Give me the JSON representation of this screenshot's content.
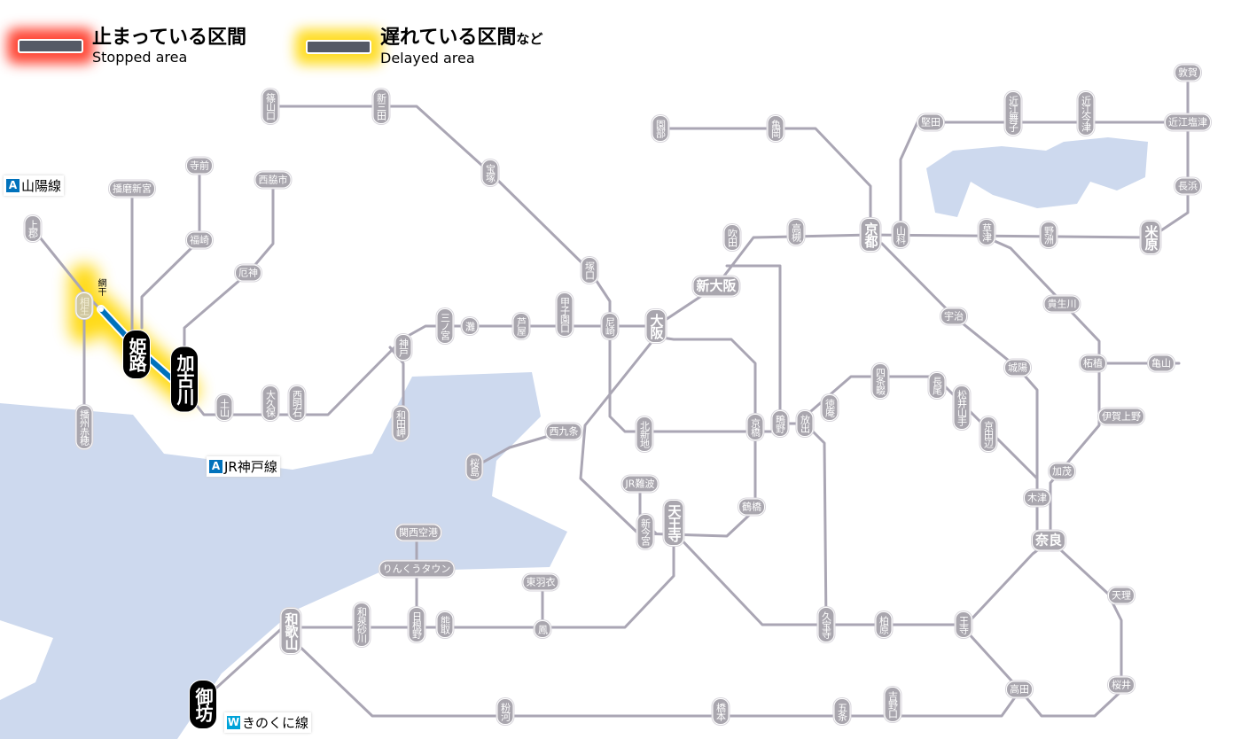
{
  "legend": {
    "stopped": {
      "jp": "止まっている区間",
      "en": "Stopped area"
    },
    "delayed": {
      "jp": "遅れている区間",
      "jp_suffix": "など",
      "en": "Delayed area"
    }
  },
  "line_labels": {
    "sanyo": {
      "badge": "A",
      "name": "山陽線",
      "color": "#0072bc"
    },
    "kobe": {
      "badge": "A",
      "name": "JR神戸線",
      "color": "#0072bc"
    },
    "kinokuni": {
      "badge": "W",
      "name": "きのくに線",
      "color": "#00a3d9"
    }
  },
  "colors": {
    "water": "#cdd9ee",
    "track": "#aaa6b4",
    "delayed_glow": "#ffd700",
    "delayed_line": "#0072bc"
  },
  "delayed_section": [
    "網干",
    "姫路",
    "加古川"
  ],
  "stations": {
    "shinoyamaguchi": "篠山口",
    "shinsanda": "新三田",
    "takarazuka": "宝塚",
    "sonobe": "園部",
    "kameoka": "亀岡",
    "katata": "堅田",
    "omimaiko": "近江舞子",
    "omiimazu": "近江今津",
    "tsuruga": "敦賀",
    "omishiotsu": "近江塩津",
    "nagahama": "長浜",
    "maibara": "米原",
    "yasu": "野洲",
    "kusatsu": "草津",
    "yamashina": "山科",
    "kyoto": "京都",
    "takatsuki": "高槻",
    "suita": "吹田",
    "shinosaka": "新大阪",
    "osaka": "大阪",
    "tsukaguchi": "塚口",
    "amagasaki": "尼崎",
    "koshienguchi": "甲子園口",
    "ashiya": "芦屋",
    "nada": "灘",
    "sannomiya": "三ノ宮",
    "kobe": "神戸",
    "wadamisaki": "和田岬",
    "nishiakashi": "西明石",
    "okubo": "大久保",
    "tsuchiyama": "土山",
    "kakogawa": "加古川",
    "himeji": "姫路",
    "aboshi": "網干",
    "aioi": "相生",
    "kamigori": "上郡",
    "banshuako": "播州赤穂",
    "harimashingu": "播磨新宮",
    "teramae": "寺前",
    "fukusaki": "福崎",
    "nishiwakishi": "西脇市",
    "yakujin": "厄神",
    "kitashinchi": "北新地",
    "nishikujo": "西九条",
    "sakurajima": "桜島",
    "kyobashi": "京橋",
    "shigino": "鴫野",
    "hanaten": "放出",
    "tokuan": "徳庵",
    "shijonawate": "四条畷",
    "nagao": "長尾",
    "matsuiyamate": "松井山手",
    "kyotanabe": "京田辺",
    "uji": "宇治",
    "joyo": "城陽",
    "kibukawa": "貴生川",
    "tsuge": "柘植",
    "kameyama": "亀山",
    "igaueno": "伊賀上野",
    "kamo": "加茂",
    "kizu": "木津",
    "nara": "奈良",
    "tenri": "天理",
    "sakurai": "桜井",
    "takada": "高田",
    "oji": "王寺",
    "kashiwara": "柏原",
    "kyuhoji": "久宝寺",
    "tsuruhashi": "鶴橋",
    "tennoji": "天王寺",
    "shinimamiya": "新今宮",
    "jrnamba": "JR難波",
    "kanku": "関西空港",
    "rinku": "りんくうタウン",
    "higashihagoromo": "東羽衣",
    "otori": "鳳",
    "kumatori": "熊取",
    "hineno": "日根野",
    "izumisunagawa": "和泉砂川",
    "wakayama": "和歌山",
    "gobo": "御坊",
    "kokawa": "粉河",
    "hashimoto": "橋本",
    "gojo": "五条",
    "yoshinoguchi": "吉野口"
  }
}
